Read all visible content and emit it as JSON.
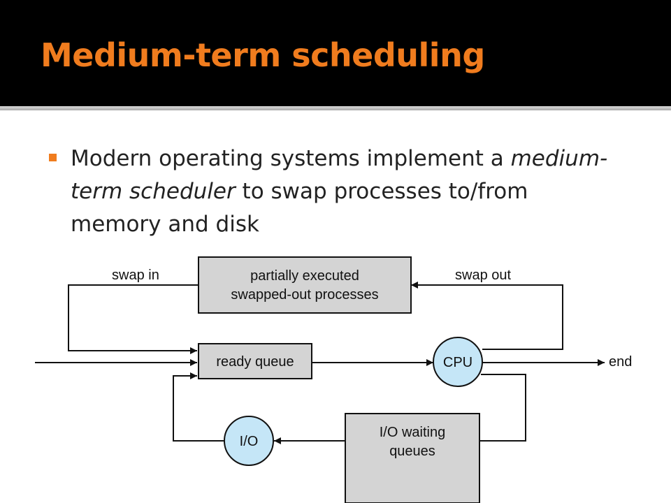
{
  "slide": {
    "title": "Medium-term scheduling",
    "bullet": {
      "part1": "Modern operating systems implement a ",
      "emphasis": "medium-term scheduler",
      "part2": " to swap processes to/from memory and disk"
    }
  },
  "diagram": {
    "swapped_box_line1": "partially executed",
    "swapped_box_line2": "swapped-out processes",
    "swap_in_label": "swap in",
    "swap_out_label": "swap out",
    "ready_queue": "ready queue",
    "cpu": "CPU",
    "end_label": "end",
    "io": "I/O",
    "io_queue_line1": "I/O waiting",
    "io_queue_line2": "queues"
  },
  "colors": {
    "accent": "#F07C1E",
    "box_fill": "#D4D4D4",
    "circle_fill": "#C5E6F7"
  }
}
